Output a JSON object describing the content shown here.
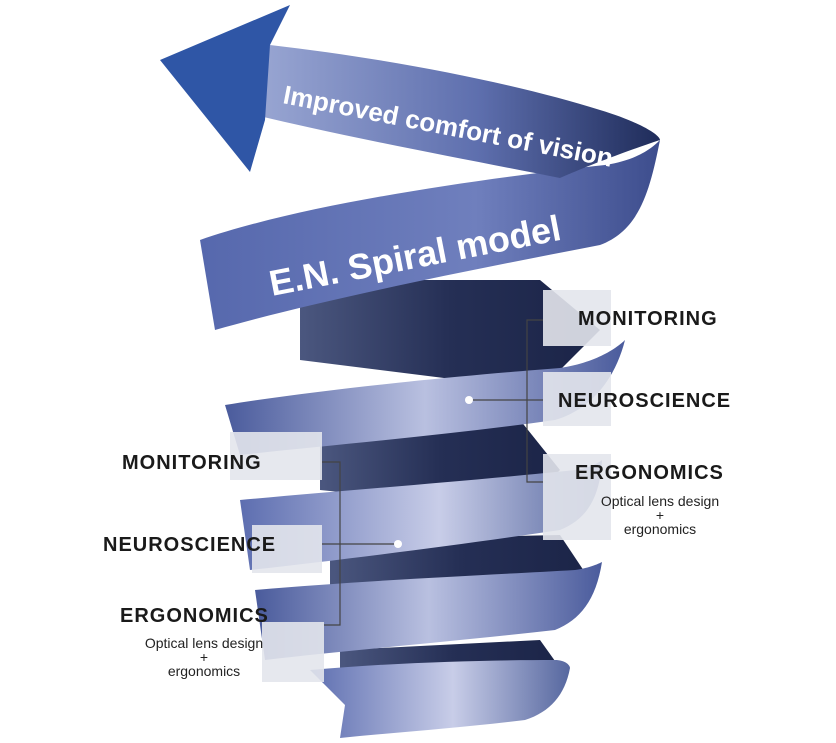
{
  "arrow_label": "Improved comfort of vision",
  "band_label": "E.N. Spiral model",
  "right_stack": {
    "monitoring": "MONITORING",
    "neuroscience": "NEUROSCIENCE",
    "ergonomics": "ERGONOMICS",
    "ergonomics_detail": {
      "line1": "Optical lens design",
      "line2": "+",
      "line3": "ergonomics"
    }
  },
  "left_stack": {
    "monitoring": "MONITORING",
    "neuroscience": "NEUROSCIENCE",
    "ergonomics": "ERGONOMICS",
    "ergonomics_detail": {
      "line1": "Optical lens design",
      "line2": "+",
      "line3": "ergonomics"
    }
  },
  "colors": {
    "band_dark": "#2b3a6e",
    "band_mid": "#5b6fae",
    "band_light": "#c5cbe6",
    "arrow_head": "#2f56a6",
    "label_box": "#e3e6ec",
    "connector": "#444444"
  }
}
